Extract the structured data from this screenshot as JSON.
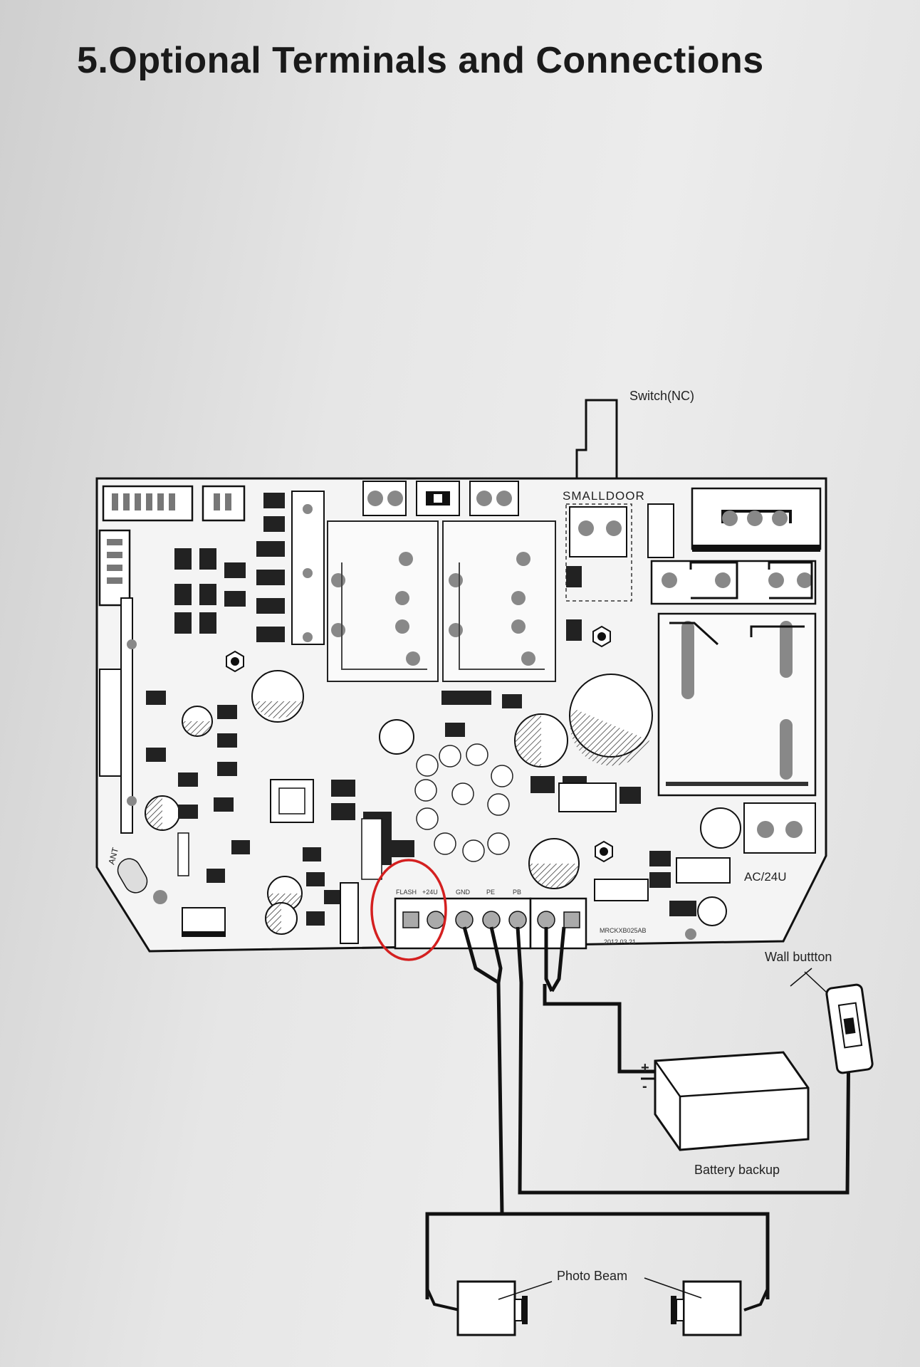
{
  "page": {
    "title": "5.Optional Terminals and Connections"
  },
  "diagram": {
    "board": {
      "model": "MRCKXB025AB",
      "date": "2012.03.21",
      "smalldoor_label": "SMALLDOOR",
      "power_label": "AC/24U",
      "terminals": [
        "FLASH",
        "+24U",
        "GND",
        "PE",
        "PB"
      ],
      "antenna_label": "ANT"
    },
    "callouts": {
      "switch": "Switch(NC)",
      "wall_button": "Wall buttton",
      "battery": "Battery backup",
      "photo_beam": "Photo Beam",
      "battery_plus": "+",
      "battery_minus": "-"
    },
    "highlight_color": "#d42020"
  }
}
